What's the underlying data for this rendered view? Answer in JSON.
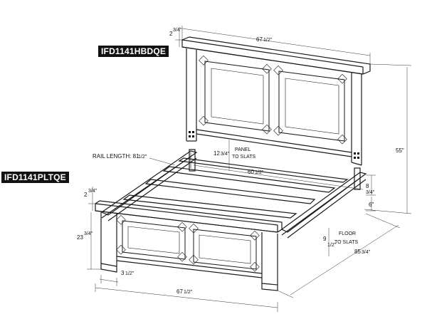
{
  "labels": {
    "headboard_code": "IFD1141HBDQE",
    "footboard_code": "IFD1141PLTQE"
  },
  "dimensions": {
    "headboard_cap": "2",
    "headboard_cap_frac": "3/4\"",
    "headboard_width": "67",
    "headboard_width_frac": "1/2\"",
    "overall_height": "55\"",
    "rail_length_text": "RAIL LENGTH: 81",
    "rail_length_frac": "1/2\"",
    "panel_to_slats": "12",
    "panel_to_slats_frac": "3/4\"",
    "panel_to_slats_label1": "PANEL",
    "panel_to_slats_label2": "TO SLATS",
    "inside_width": "60",
    "inside_width_frac": "1/2\"",
    "rail_height": "8",
    "rail_height_frac": "3/4\"",
    "rail_offset": "6\"",
    "footboard_cap": "2",
    "footboard_cap_frac": "3/4\"",
    "footboard_height": "23",
    "footboard_height_frac": "3/4\"",
    "floor_to_slats": "9",
    "floor_to_slats_frac": "1/2\"",
    "floor_to_slats_label1": "FLOOR",
    "floor_to_slats_label2": "TO SLATS",
    "overall_length": "85",
    "overall_length_frac": "3/4\"",
    "leg_size": "3",
    "leg_size_frac": "1/2\"",
    "footboard_width": "67",
    "footboard_width_frac": "1/2\""
  }
}
